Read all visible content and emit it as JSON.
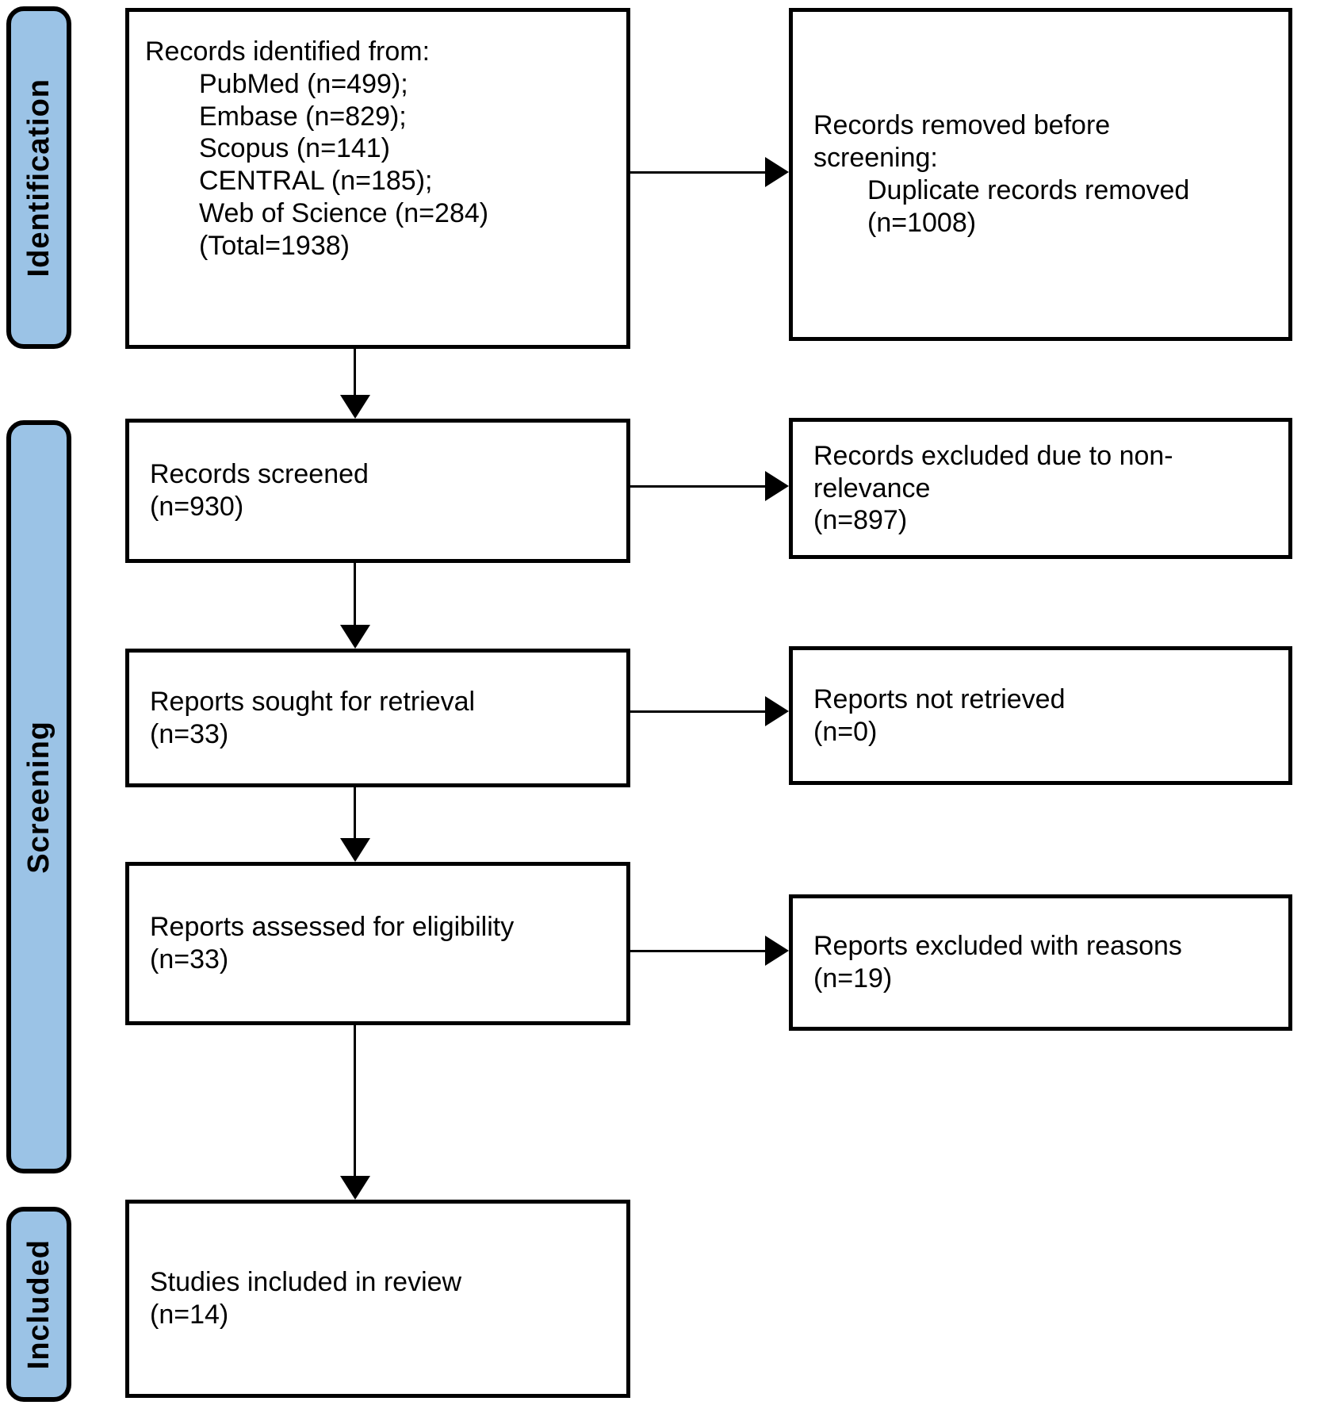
{
  "diagram": {
    "type": "prisma-flowchart",
    "stage_fill": "#9BC3E6",
    "stage_border": "#000000",
    "box_border": "#000000",
    "stages": [
      {
        "id": "identification",
        "label": "Identification"
      },
      {
        "id": "screening",
        "label": "Screening"
      },
      {
        "id": "included",
        "label": "Included"
      }
    ],
    "boxes": {
      "records_identified": {
        "lines": [
          {
            "text": "Records identified from:",
            "indent": false
          },
          {
            "text": "PubMed (n=499);",
            "indent": true
          },
          {
            "text": "Embase (n=829);",
            "indent": true
          },
          {
            "text": "Scopus (n=141)",
            "indent": true
          },
          {
            "text": "CENTRAL (n=185);",
            "indent": true
          },
          {
            "text": "Web of Science (n=284)",
            "indent": true
          },
          {
            "text": "(Total=1938)",
            "indent": true
          }
        ]
      },
      "records_removed": {
        "lines": [
          {
            "text": "Records removed before",
            "indent": false
          },
          {
            "text": "screening:",
            "indent": false
          },
          {
            "text": "Duplicate records removed",
            "indent": true
          },
          {
            "text": "(n=1008)",
            "indent": true
          }
        ]
      },
      "records_screened": {
        "lines": [
          {
            "text": "Records screened",
            "indent": false
          },
          {
            "text": "(n=930)",
            "indent": false
          }
        ]
      },
      "records_excluded": {
        "lines": [
          {
            "text": "Records excluded due to non-",
            "indent": false
          },
          {
            "text": "relevance",
            "indent": false
          },
          {
            "text": "(n=897)",
            "indent": false
          }
        ]
      },
      "reports_sought": {
        "lines": [
          {
            "text": "Reports sought for retrieval",
            "indent": false
          },
          {
            "text": "(n=33)",
            "indent": false
          }
        ]
      },
      "reports_not_retrieved": {
        "lines": [
          {
            "text": "Reports not retrieved",
            "indent": false
          },
          {
            "text": "(n=0)",
            "indent": false
          }
        ]
      },
      "reports_assessed": {
        "lines": [
          {
            "text": "Reports assessed for eligibility",
            "indent": false
          },
          {
            "text": "(n=33)",
            "indent": false
          }
        ]
      },
      "reports_excluded_reasons": {
        "lines": [
          {
            "text": "Reports excluded with reasons",
            "indent": false
          },
          {
            "text": "(n=19)",
            "indent": false
          }
        ]
      },
      "studies_included": {
        "lines": [
          {
            "text": "Studies included in review",
            "indent": false
          },
          {
            "text": "(n=14)",
            "indent": false
          }
        ]
      }
    }
  }
}
